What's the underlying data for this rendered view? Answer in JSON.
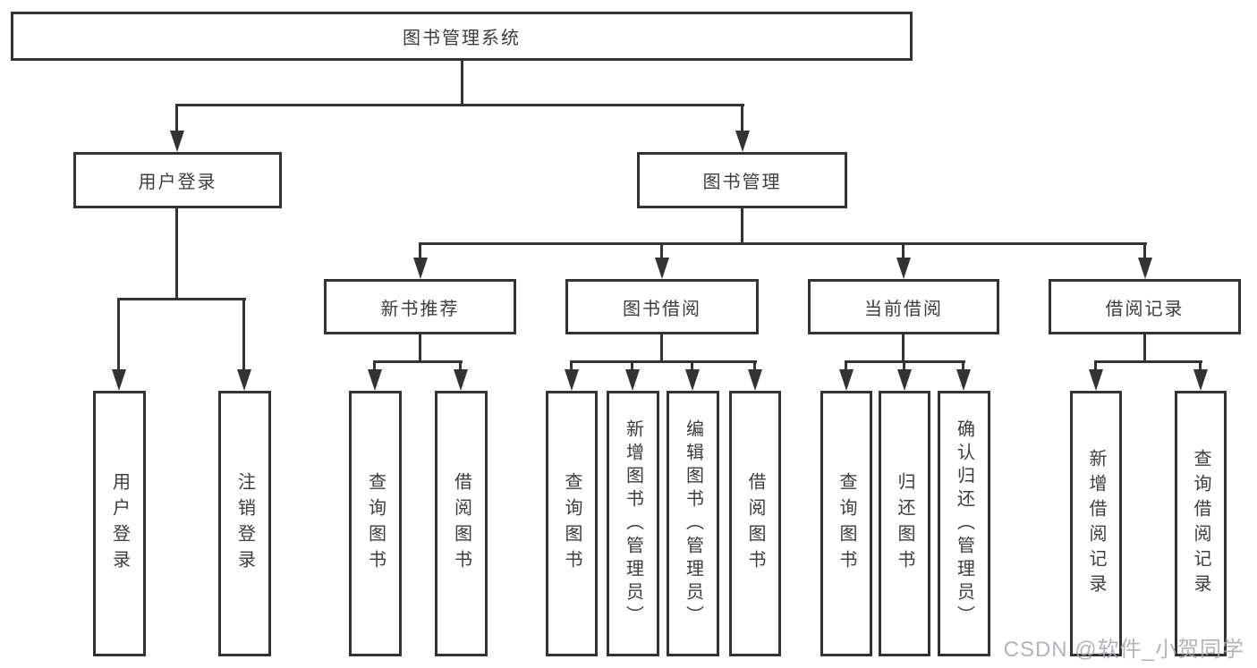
{
  "diagram": {
    "root": {
      "label": "图书管理系统"
    },
    "level1": {
      "user_login": {
        "label": "用户登录"
      },
      "book_management": {
        "label": "图书管理"
      }
    },
    "level2": {
      "new_book_recommend": {
        "label": "新书推荐"
      },
      "book_borrow": {
        "label": "图书借阅"
      },
      "current_borrow": {
        "label": "当前借阅"
      },
      "borrow_record": {
        "label": "借阅记录"
      }
    },
    "leaves": {
      "user_login": {
        "label": "用户登录"
      },
      "logout": {
        "label": "注销登录"
      },
      "recommend_query_book": {
        "label": "查询图书"
      },
      "recommend_borrow_book": {
        "label": "借阅图书"
      },
      "borrow_query_book": {
        "label": "查询图书"
      },
      "borrow_add_book_admin": {
        "label": "新增图书（管理员）"
      },
      "borrow_edit_book_admin": {
        "label": "编辑图书（管理员）"
      },
      "borrow_borrow_book": {
        "label": "借阅图书"
      },
      "current_query_book": {
        "label": "查询图书"
      },
      "current_return_book": {
        "label": "归还图书"
      },
      "current_confirm_return_admin": {
        "label": "确认归还（管理员）"
      },
      "record_add": {
        "label": "新增借阅记录"
      },
      "record_query": {
        "label": "查询借阅记录"
      }
    },
    "watermark": "CSDN @软件_小贺同学",
    "colors": {
      "line": "#333333",
      "box_background": "#ffffff",
      "watermark": "#a9aeb3"
    }
  }
}
